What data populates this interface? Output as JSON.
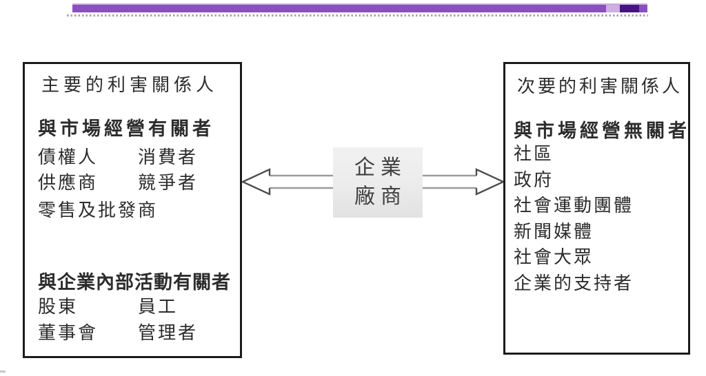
{
  "figure": {
    "type": "stakeholder-diagram",
    "background": "#ffffff"
  },
  "top_bar": {
    "main_color": "#8a50be",
    "light_segment_color": "#cdafe2",
    "dark_segment_color": "#45137f",
    "edge_color": "#c8abe3",
    "dot_color": "#aaa0b6"
  },
  "left_box": {
    "title": "主要的利害關係人",
    "groups": [
      {
        "heading": "與市場經營有關者",
        "rows": [
          [
            "債權人",
            "消費者"
          ],
          [
            "供應商",
            "競爭者"
          ],
          [
            "零售及批發商",
            ""
          ]
        ]
      },
      {
        "heading": "與企業內部活動有關者",
        "rows": [
          [
            "股東",
            "員工"
          ],
          [
            "董事會",
            "管理者"
          ]
        ]
      }
    ]
  },
  "center_box": {
    "line1": "企業",
    "line2": "廠商",
    "background": "#ececec"
  },
  "right_box": {
    "title": "次要的利害關係人",
    "heading": "與市場經營無關者",
    "items": [
      "社區",
      "政府",
      "社會運動團體",
      "新聞媒體",
      "社會大眾",
      "企業的支持者"
    ]
  },
  "arrow": {
    "style": "hollow-double-headed",
    "shaft_color": "#9a9a9a",
    "head_color": "#4d4d4d"
  }
}
